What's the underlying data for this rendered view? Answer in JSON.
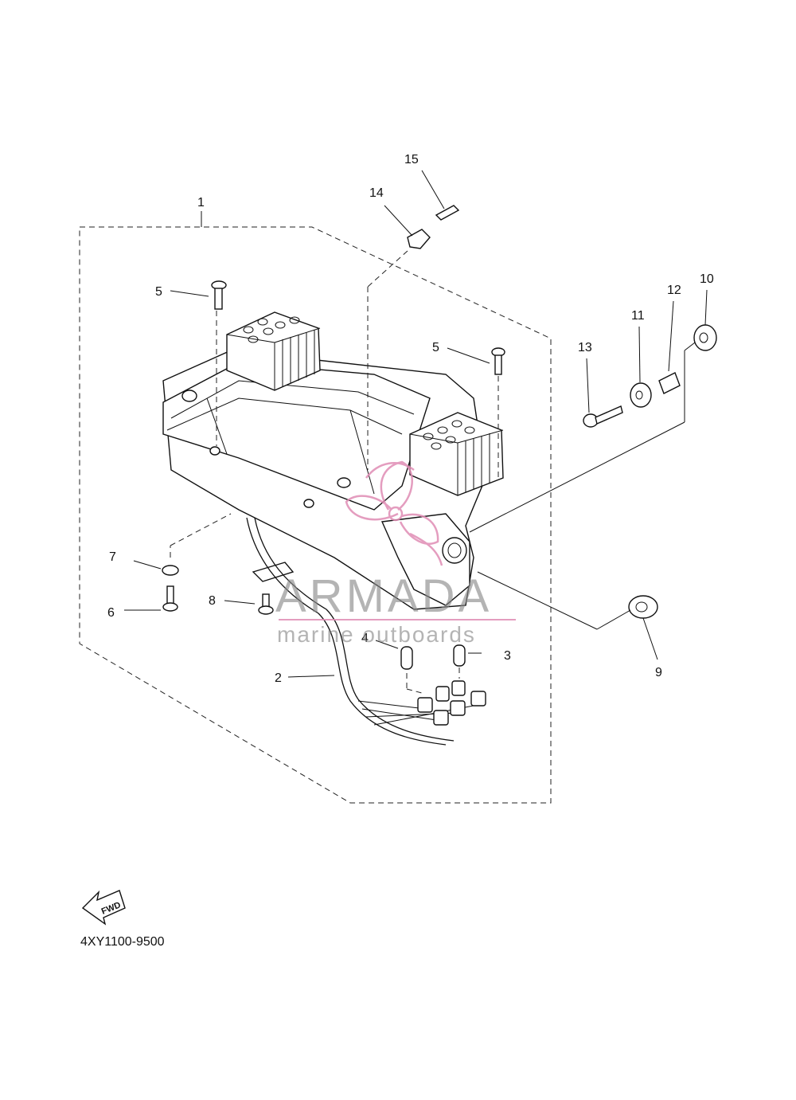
{
  "callouts": [
    "1",
    "2",
    "3",
    "4",
    "5",
    "5",
    "6",
    "7",
    "8",
    "9",
    "10",
    "11",
    "12",
    "13",
    "14",
    "15"
  ],
  "watermark": {
    "brand": "ARMADA",
    "tagline": "marine outboards",
    "accent_color": "#e08cb4"
  },
  "diagram_code": "4XY1100-9500",
  "fwd_label": "FWD"
}
